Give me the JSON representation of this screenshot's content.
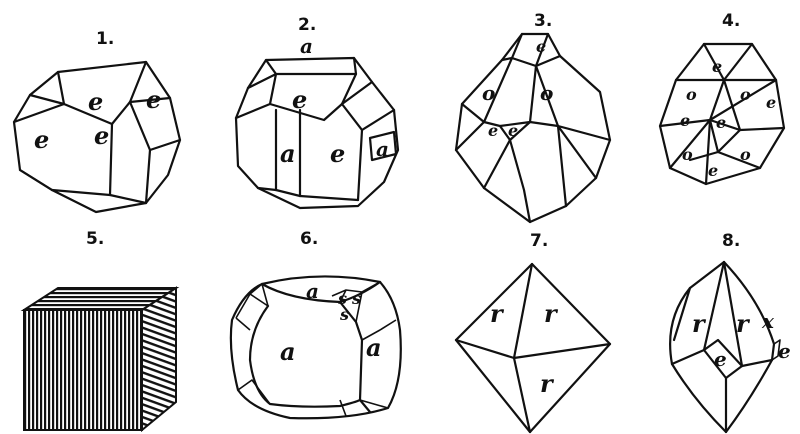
{
  "figures": [
    {
      "number": "1.",
      "faces": [
        "e",
        "e",
        "e",
        "e"
      ]
    },
    {
      "number": "2.",
      "faces": [
        "a",
        "e",
        "a",
        "e",
        "a"
      ]
    },
    {
      "number": "3.",
      "faces": [
        "e",
        "o",
        "o",
        "e",
        "e"
      ]
    },
    {
      "number": "4.",
      "faces": [
        "e",
        "o",
        "o",
        "e",
        "e",
        "e",
        "o",
        "o",
        "e"
      ]
    },
    {
      "number": "5.",
      "faces": []
    },
    {
      "number": "6.",
      "faces": [
        "a",
        "s",
        "s",
        "s",
        "a",
        "a"
      ]
    },
    {
      "number": "7.",
      "faces": [
        "r",
        "r",
        "r"
      ]
    },
    {
      "number": "8.",
      "faces": [
        "r",
        "r",
        "x",
        "e",
        "e"
      ]
    }
  ]
}
